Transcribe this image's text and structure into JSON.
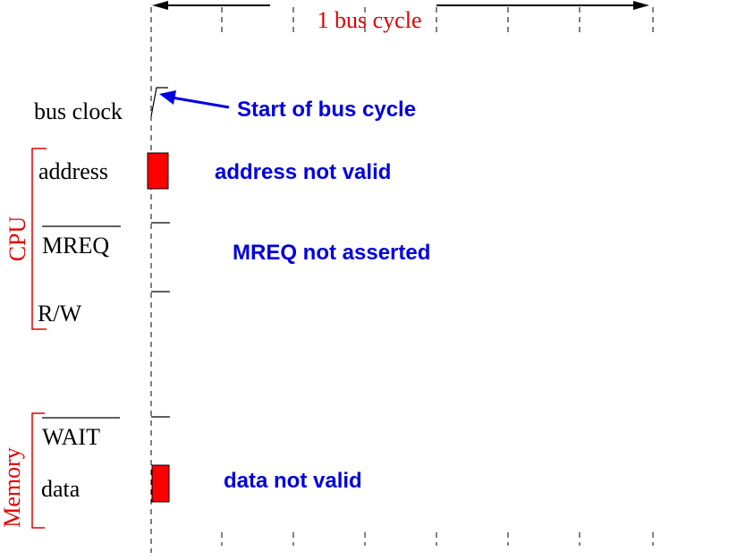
{
  "header": {
    "label": "1 bus cycle"
  },
  "signals": {
    "bus_clock": "bus clock",
    "address": "address",
    "mreq": "MREQ",
    "rw": "R/W",
    "wait": "WAIT",
    "data": "data"
  },
  "groups": {
    "cpu": "CPU",
    "memory": "Memory"
  },
  "annotations": {
    "start_of_cycle": "Start of bus cycle",
    "address_not_valid": "address not valid",
    "mreq_not_asserted": "MREQ not asserted",
    "data_not_valid": "data not valid"
  },
  "colors": {
    "label_red": "#e00000",
    "annotation_blue": "#0000e0",
    "invalid_fill": "#ff0000",
    "line": "#000000"
  }
}
